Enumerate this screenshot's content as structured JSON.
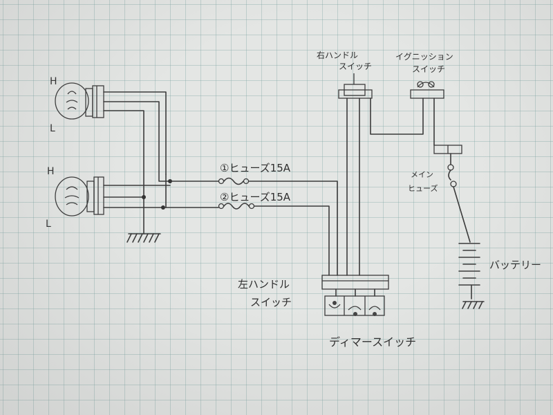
{
  "labels": {
    "lamp1_H": "H",
    "lamp1_L": "L",
    "lamp2_H": "H",
    "lamp2_L": "L",
    "fuse1": "①ヒューズ15A",
    "fuse2": "②ヒューズ15A",
    "right_switch": "右ハンドル\nスイッチ",
    "ignition_switch": "イグニッション\nスイッチ",
    "main_fuse": "メイン\nヒューズ",
    "battery": "バッテリー",
    "left_switch": "左ハンドル\nスイッチ",
    "dimmer_switch": "ディマースイッチ"
  }
}
